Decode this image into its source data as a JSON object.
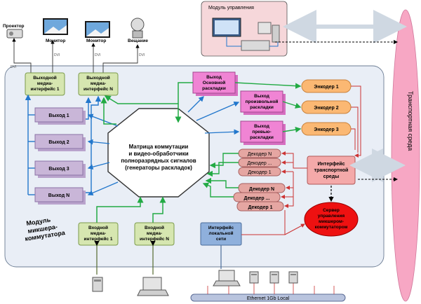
{
  "control_module": {
    "title": "Модуль управления"
  },
  "transport": {
    "label": "Транспортная среда"
  },
  "module_label": [
    "Модуль",
    "микшера-",
    "коммутатора"
  ],
  "devices": {
    "projector": "Проектор",
    "monitor1": "Монитор",
    "monitor2": "Монитор",
    "broadcast": "Вещание",
    "dvi": "DVI"
  },
  "output_interfaces": [
    [
      "Выходной",
      "медиа-",
      "интерфейс 1"
    ],
    [
      "Выходной",
      "медиа-",
      "интерфейс N"
    ]
  ],
  "outputs": [
    "Выход 1",
    "Выход 2",
    "Выход 3",
    "Выход N"
  ],
  "layout_outputs": [
    [
      "Выход",
      "Основной",
      "раскладки"
    ],
    [
      "Выход",
      "произвольной",
      "раскладки"
    ],
    [
      "Выход",
      "превью-",
      "раскладки"
    ]
  ],
  "encoders": [
    "Энкодер 1",
    "Энкодер 2",
    "Энкодер 3"
  ],
  "matrix": [
    "Матрица коммутации",
    "и видео-обработчики",
    "полноразрядных сигналов",
    "(генераторы раскладок)"
  ],
  "decoders_top": [
    "Декодер N",
    "Декодер ...",
    "Декодер 1"
  ],
  "decoders_bottom": [
    "Декодер N",
    "Декодер ...",
    "Декодер 1"
  ],
  "transport_interface": [
    "Интерфейс",
    "транспортной",
    "среды"
  ],
  "server": [
    "Сервер",
    "управления",
    "микшером-",
    "коммутатором"
  ],
  "local_interface": [
    "Интерфейс",
    "локальной",
    "сети"
  ],
  "input_interfaces": [
    [
      "Входной",
      "медиа-",
      "интерфейс 1"
    ],
    [
      "Входной",
      "медиа-",
      "интерфейс N"
    ]
  ],
  "ethernet": "Ethernet 1Gb Local",
  "colors": {
    "module_bg": "#e9eef6",
    "media_interface": "#d6e6b0",
    "output_box": "#c9b6d8",
    "layout_box": "#f084d4",
    "encoder": "#fbb873",
    "decoder": "#e5a6a2",
    "transport_if": "#f4a9a9",
    "server": "#ee1111",
    "local_if": "#8fb0dc",
    "transport_ellipse": "#f7a7c4",
    "arrow_green": "#22aa44",
    "arrow_blue": "#2277cc",
    "arrow_red": "#cc3333"
  }
}
